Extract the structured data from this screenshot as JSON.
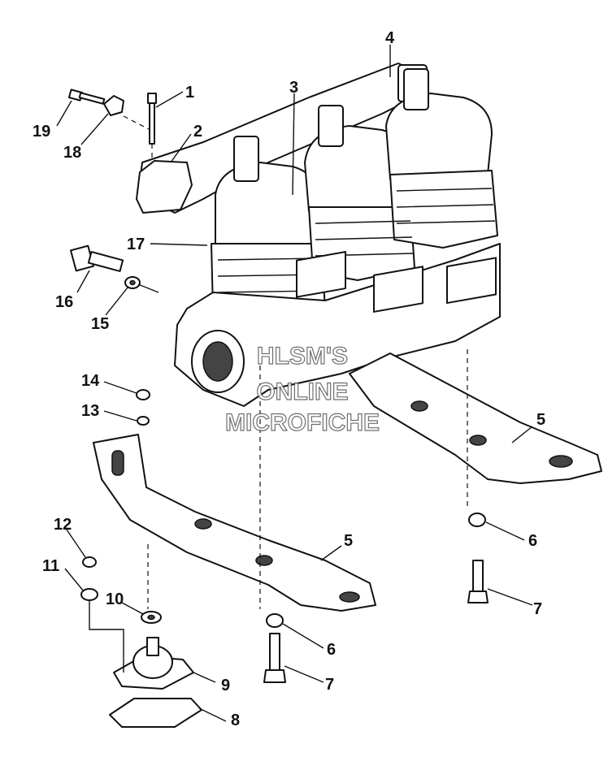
{
  "diagram": {
    "callouts": [
      "1",
      "2",
      "3",
      "4",
      "5",
      "5",
      "6",
      "6",
      "7",
      "7",
      "8",
      "9",
      "10",
      "11",
      "12",
      "13",
      "14",
      "15",
      "16",
      "17",
      "18",
      "19"
    ]
  },
  "watermark": {
    "line1": "HLSM'S",
    "line2": "ONLINE",
    "line3": "MICROFICHE"
  }
}
